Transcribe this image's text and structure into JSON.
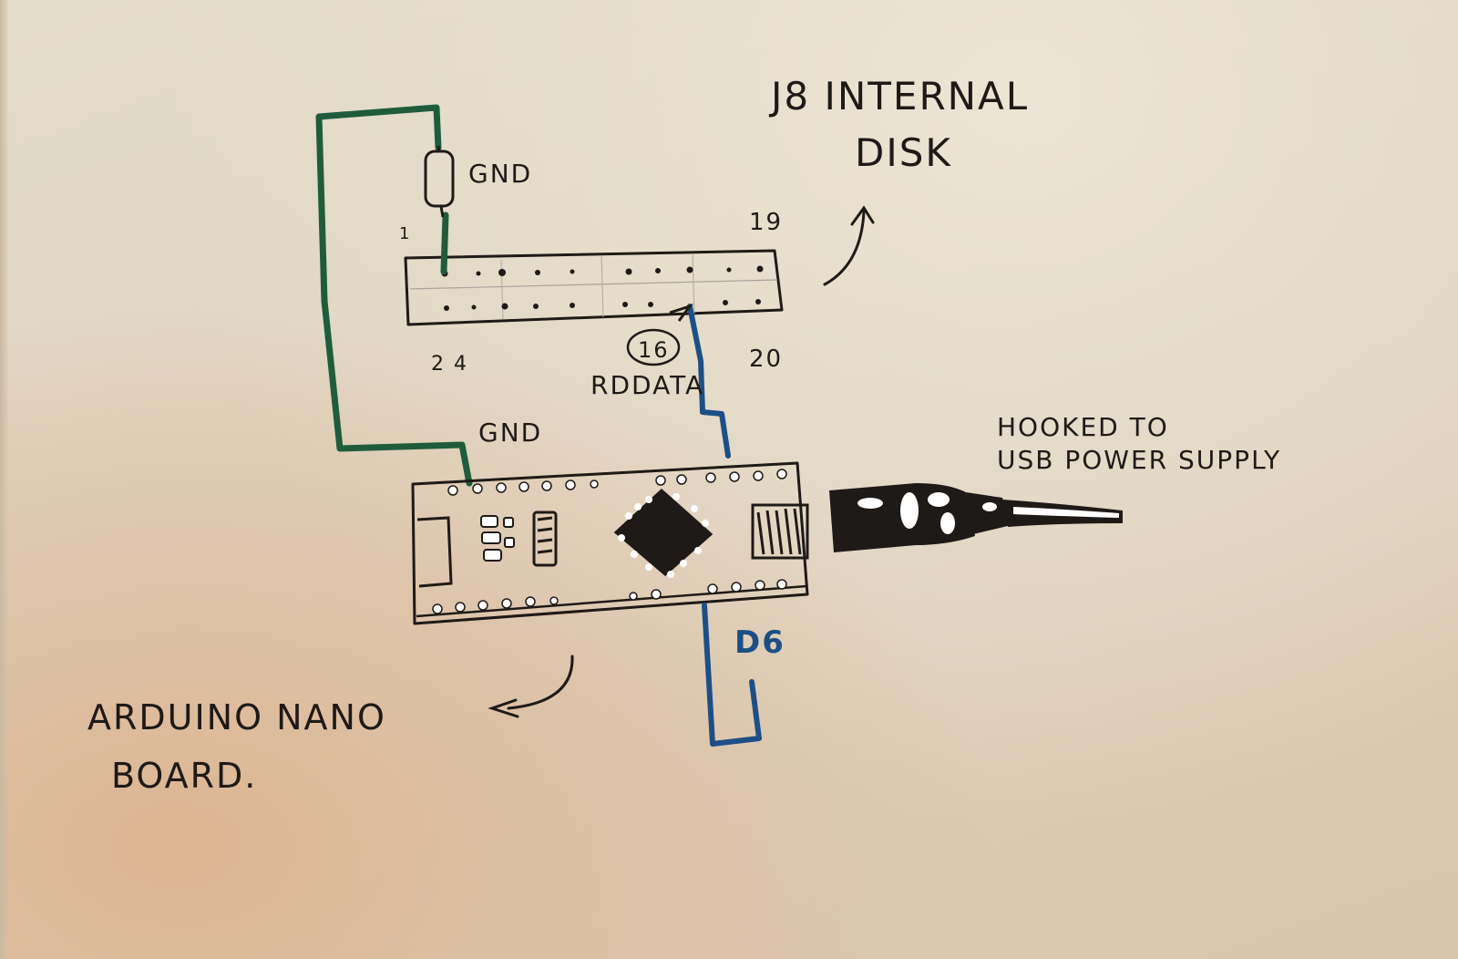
{
  "labels": {
    "header_title_line1": "J8 INTERNAL",
    "header_title_line2": "DISK",
    "gnd_top": "GND",
    "pin_1": "1",
    "pin_19": "19",
    "pins_2_4": "2 4",
    "pin_16": "16",
    "pin_20": "20",
    "rddata": "RDDATA",
    "gnd_bottom": "GND",
    "d6": "D6",
    "usb_line1": "HOOKED TO",
    "usb_line2": "USB POWER SUPPLY",
    "board_line1": "ARDUINO NANO",
    "board_line2": "BOARD."
  },
  "colors": {
    "ink": "#1e1a17",
    "green_wire": "#1f5c3c",
    "blue_wire": "#1d4f86",
    "paper": "#e2d8c6"
  },
  "icons": {
    "resistor": "resistor-icon",
    "usb_cable": "usb-cable-icon",
    "chip": "microcontroller-chip-icon",
    "arrow": "curved-arrow-icon"
  }
}
